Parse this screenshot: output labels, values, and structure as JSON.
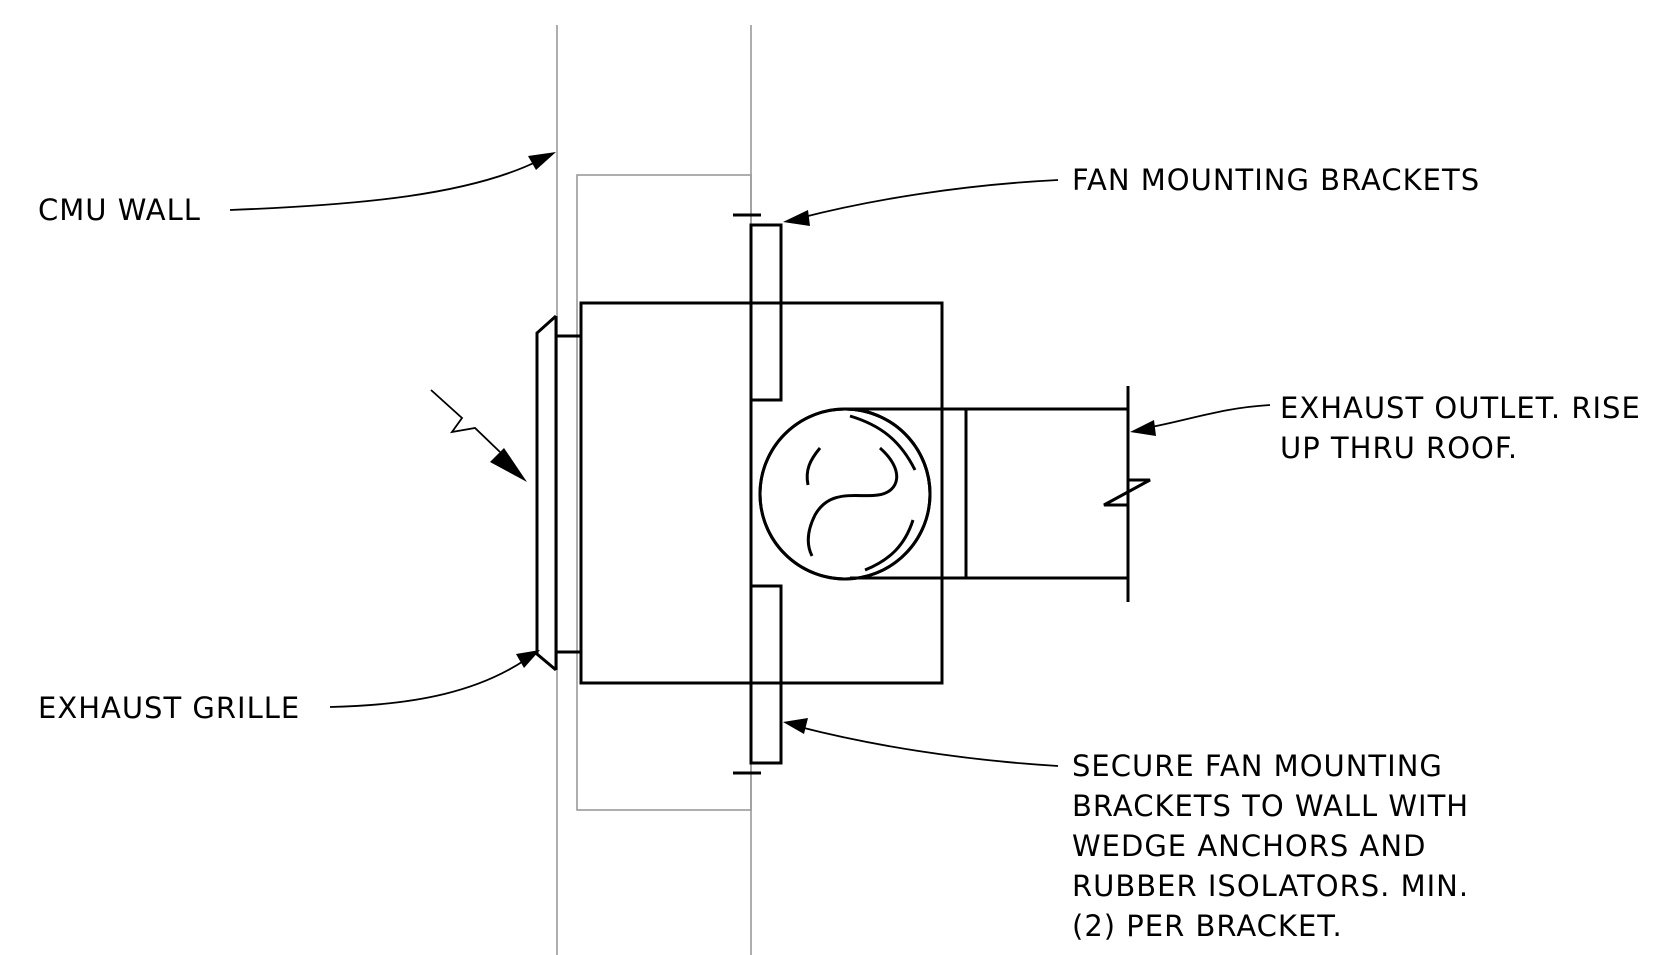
{
  "labels": {
    "cmu_wall": "CMU WALL",
    "fan_mounting_brackets": "FAN MOUNTING BRACKETS",
    "exhaust_outlet": [
      "EXHAUST OUTLET. RISE",
      "UP THRU ROOF."
    ],
    "exhaust_grille": "EXHAUST GRILLE",
    "secure_note": [
      "SECURE FAN MOUNTING",
      "BRACKETS TO WALL WITH",
      "WEDGE ANCHORS AND",
      "RUBBER ISOLATORS. MIN.",
      "(2) PER BRACKET."
    ]
  },
  "colors": {
    "linework": "#000000",
    "wall_lines": "#9a9a9a",
    "background": "#ffffff"
  }
}
